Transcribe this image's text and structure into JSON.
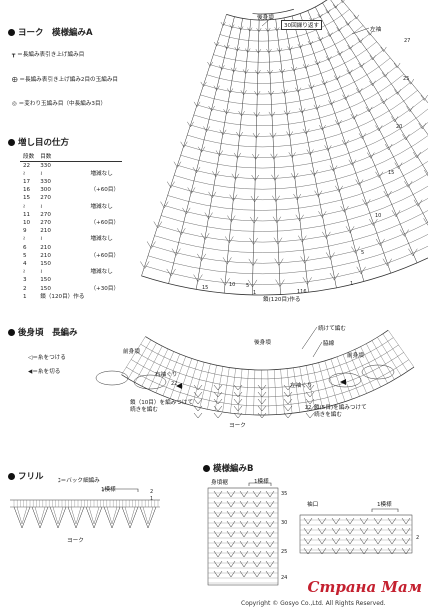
{
  "yoke": {
    "title": "ヨーク　模様編みA",
    "legend": [
      {
        "symbol": "┳",
        "text": "＝長編み表引き上げ編み目"
      },
      {
        "symbol": "⨁",
        "text": "＝長編み表引き上げ編み2目の玉編み目"
      },
      {
        "symbol": "◎",
        "text": "＝変わり玉編み目（中長編み3目）"
      }
    ],
    "labels": {
      "back": "後身頃",
      "sleeve": "左袖",
      "repeat": "30回繰り返す",
      "chain": "鎖(120目)作る",
      "rows": [
        "27",
        "25",
        "20",
        "15",
        "10",
        "5",
        "1"
      ],
      "cols": [
        "116",
        "15",
        "10",
        "5",
        "1"
      ]
    }
  },
  "increase": {
    "title": "増し目の仕方",
    "headers": [
      "段数",
      "目数"
    ],
    "rows": [
      [
        "22",
        "330",
        ""
      ],
      [
        "≀",
        "≀",
        "増減なし"
      ],
      [
        "17",
        "330",
        ""
      ],
      [
        "16",
        "300",
        "（+60目）"
      ],
      [
        "15",
        "270",
        ""
      ],
      [
        "≀",
        "≀",
        "増減なし"
      ],
      [
        "11",
        "270",
        ""
      ],
      [
        "10",
        "270",
        "（+60目）"
      ],
      [
        "9",
        "210",
        ""
      ],
      [
        "≀",
        "≀",
        "増減なし"
      ],
      [
        "6",
        "210",
        ""
      ],
      [
        "5",
        "210",
        "（+60目）"
      ],
      [
        "4",
        "150",
        ""
      ],
      [
        "≀",
        "≀",
        "増減なし"
      ],
      [
        "3",
        "150",
        ""
      ],
      [
        "2",
        "150",
        "（+30目）"
      ],
      [
        "1",
        "鎖（120目）作る",
        ""
      ]
    ]
  },
  "back_body": {
    "title": "後身頃　長編み",
    "legend": [
      {
        "symbol": "◁",
        "text": "＝糸をつける"
      },
      {
        "symbol": "◀",
        "text": "＝糸を切る"
      }
    ],
    "labels": {
      "front_l": "前身頃",
      "back": "後身頃",
      "join": "続けて編む",
      "side": "脇線",
      "front_r": "前身頃",
      "right_arm": "右袖ぐり",
      "left_arm": "左袖ぐり",
      "chain_left": "鎖（10目）を編みつけて\n続きを編む",
      "chain_right": "鎖(5目)を編みつけて\n続きを編む",
      "yoke": "ヨーク",
      "r22": "22"
    }
  },
  "frill": {
    "title": "フリル",
    "legend_symbol": "ℷ",
    "legend_text": "＝バック細編み",
    "repeat": "1模様",
    "r2": "2",
    "r1": "1",
    "yoke": "ヨーク"
  },
  "pattern_b": {
    "title": "模様編みB",
    "body_label": "身頃裾",
    "sleeve_label": "袖口",
    "repeat": "1模様",
    "rows": [
      "35",
      "30",
      "25",
      "24",
      "2"
    ]
  },
  "footer": {
    "copyright": "Copyright © Gosyo Co.,Ltd. All Rights Reserved.",
    "watermark": "Страна Мам"
  }
}
